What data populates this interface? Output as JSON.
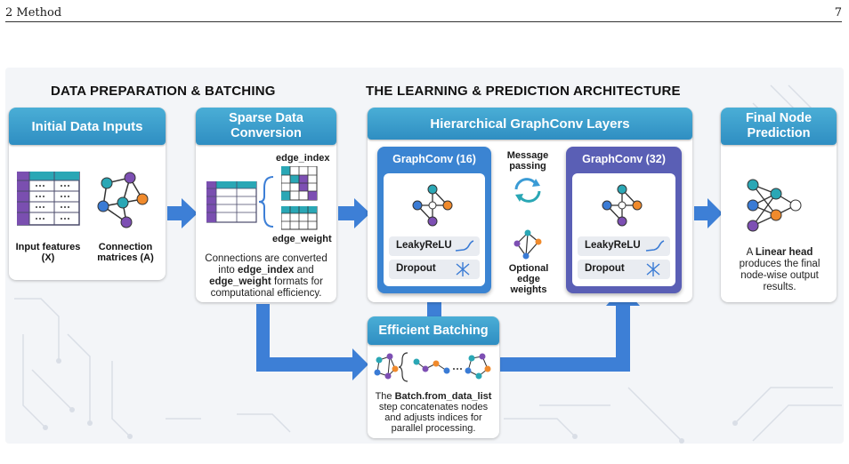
{
  "page_header": {
    "left": "2 Method",
    "right": "7"
  },
  "sections": {
    "left_title": "DATA PREPARATION & BATCHING",
    "right_title": "THE LEARNING & PREDICTION ARCHITECTURE"
  },
  "initial": {
    "title": "Initial Data Inputs",
    "features_label": "Input features (X)",
    "matrices_label": "Connection matrices (A)"
  },
  "sparse": {
    "title": "Sparse Data Conversion",
    "edge_index_label": "edge_index",
    "edge_weight_label": "edge_weight",
    "desc_1": "Connections are converted into ",
    "desc_b1": "edge_index",
    "desc_2": " and ",
    "desc_b2": "edge_weight",
    "desc_3": " formats for computational efficiency."
  },
  "hier": {
    "title": "Hierarchical GraphConv Layers",
    "layer1": {
      "title": "GraphConv (16)",
      "activation": "LeakyReLU",
      "dropout": "Dropout"
    },
    "layer2": {
      "title": "GraphConv (32)",
      "activation": "LeakyReLU",
      "dropout": "Dropout"
    },
    "message_passing": "Message passing",
    "optional_weights": "Optional edge weights"
  },
  "final": {
    "title": "Final Node Prediction",
    "desc_1": "A ",
    "desc_b": "Linear head",
    "desc_2": " produces the final node-wise output results."
  },
  "batching": {
    "title": "Efficient Batching",
    "desc_1": "The ",
    "desc_b": "Batch.from_data_list",
    "desc_2": " step concatenates nodes and adjusts indices for parallel processing."
  },
  "colors": {
    "accent_blue": "#2f8ec2",
    "arrow_blue": "#3d7fd6",
    "panel_blue": "#3b84d2",
    "panel_purple": "#5a5fb5",
    "node_teal": "#2aa7b5",
    "node_orange": "#f08a2c",
    "node_purple": "#7d4fb3",
    "node_blue": "#3a7bd5"
  },
  "icons": [
    "table-icon",
    "graph-icon",
    "arrow-right-icon",
    "message-passing-icon",
    "activation-curve-icon",
    "dropout-icon",
    "neural-net-icon",
    "batch-graphs-icon"
  ]
}
